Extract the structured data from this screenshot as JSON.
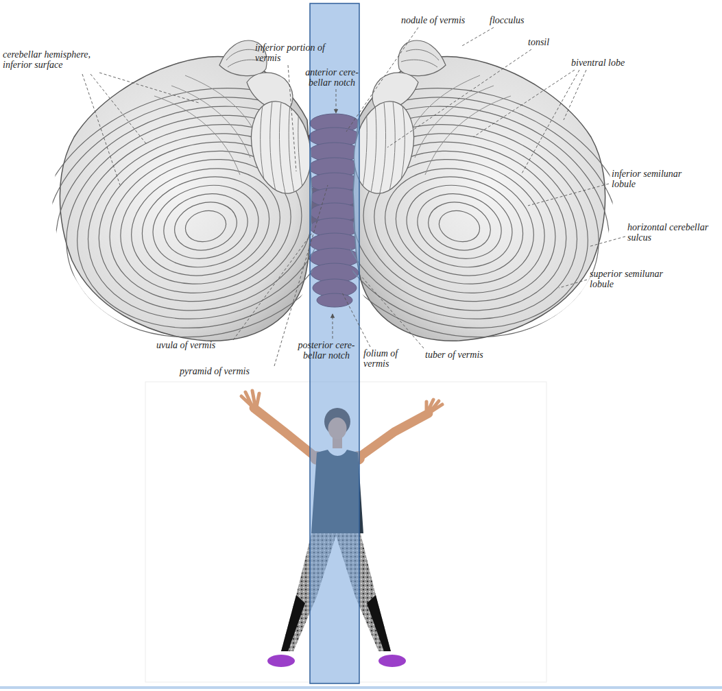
{
  "diagram": {
    "labels": [
      "cerebellar hemisphere, inferior surface",
      "inferior portion of vermis",
      "anterior cere- bellar notch",
      "nodule of vermis",
      "flocculus",
      "tonsil",
      "biventral lobe",
      "inferior semilunar lobule",
      "horizontal cerebellar sulcus",
      "superior semilunar lobule",
      "uvula of vermis",
      "pyramid of vermis",
      "posterior cere- bellar notch",
      "folium of vermis",
      "tuber of vermis"
    ]
  }
}
